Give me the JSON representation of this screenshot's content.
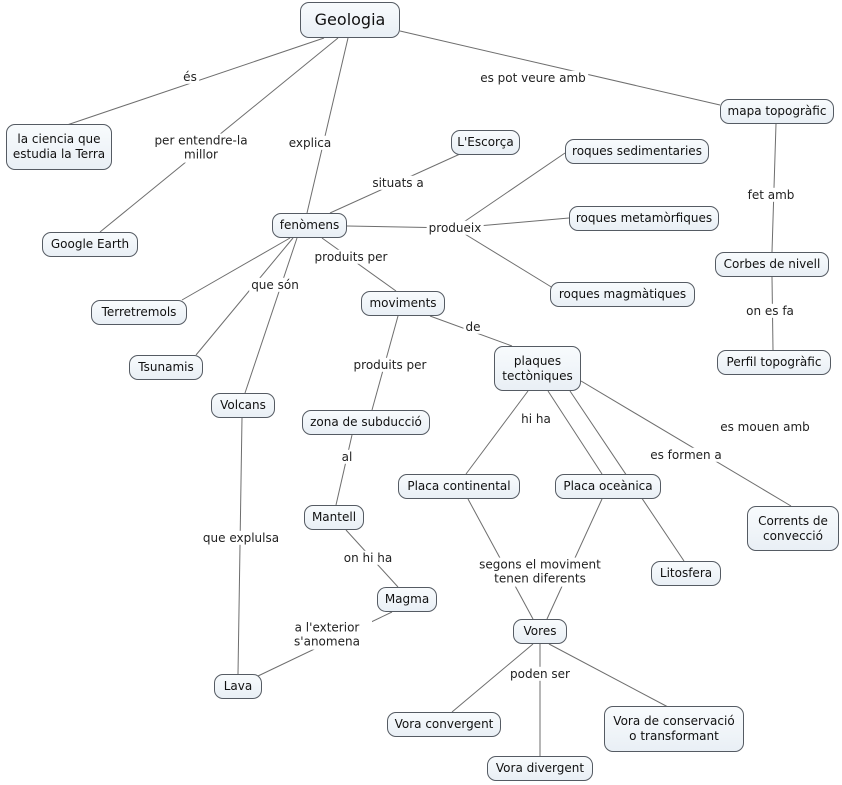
{
  "diagram": {
    "type": "concept-map",
    "topic": "Geologia"
  },
  "style": {
    "node_fill": "#eef3f8",
    "node_border": "#555b63",
    "line_color": "#6e6e6e",
    "background": "#ffffff"
  },
  "nodes": {
    "geologia": {
      "label": "Geologia"
    },
    "ciencia": {
      "label": "la ciencia que estudia la Terra"
    },
    "google_earth": {
      "label": "Google Earth"
    },
    "escorca": {
      "label": "L'Escorça"
    },
    "roques_sedimentaries": {
      "label": "roques sedimentaries"
    },
    "roques_metamorfiques": {
      "label": "roques metamòrfiques"
    },
    "roques_magmatiques": {
      "label": "roques magmàtiques"
    },
    "mapa_topografic": {
      "label": "mapa topogràfic"
    },
    "corbes_de_nivell": {
      "label": "Corbes de nivell"
    },
    "perfil_topografic": {
      "label": "Perfil topogràfic"
    },
    "fenomens": {
      "label": "fenòmens"
    },
    "moviments": {
      "label": "moviments"
    },
    "terretremols": {
      "label": "Terretremols"
    },
    "tsunamis": {
      "label": "Tsunamis"
    },
    "volcans": {
      "label": "Volcans"
    },
    "plaques_tectoniques": {
      "label": "plaques tectòniques"
    },
    "zona_subduccio": {
      "label": "zona de subducció"
    },
    "placa_continental": {
      "label": "Placa continental"
    },
    "placa_oceanica": {
      "label": "Placa oceànica"
    },
    "mantell": {
      "label": "Mantell"
    },
    "magma": {
      "label": "Magma"
    },
    "lava": {
      "label": "Lava"
    },
    "litosfera": {
      "label": "Litosfera"
    },
    "corrents_conveccio": {
      "label": "Corrents de convecció"
    },
    "vores": {
      "label": "Vores"
    },
    "vora_convergent": {
      "label": "Vora convergent"
    },
    "vora_divergent": {
      "label": "Vora divergent"
    },
    "vora_conservacio": {
      "label": "Vora de conservació o transformant"
    }
  },
  "links": {
    "es": {
      "label": "és"
    },
    "es_pot_veure_amb": {
      "label": "es pot veure amb"
    },
    "per_entendre_la_millor": {
      "label": "per entendre-la millor"
    },
    "explica": {
      "label": "explica"
    },
    "situats_a": {
      "label": "situats a"
    },
    "produeix": {
      "label": "produeix"
    },
    "fet_amb": {
      "label": "fet amb"
    },
    "on_es_fa": {
      "label": "on es fa"
    },
    "produits_per_1": {
      "label": "produits per"
    },
    "que_son": {
      "label": "que són"
    },
    "de": {
      "label": "de"
    },
    "produits_per_2": {
      "label": "produits per"
    },
    "hi_ha": {
      "label": "hi ha"
    },
    "es_formen_a": {
      "label": "es formen a"
    },
    "es_mouen_amb": {
      "label": "es mouen amb"
    },
    "al": {
      "label": "al"
    },
    "que_explulsa": {
      "label": "que explulsa"
    },
    "on_hi_ha": {
      "label": "on hi ha"
    },
    "segons_el_moviment": {
      "label": "segons el moviment tenen diferents"
    },
    "a_lexterior_sanomena": {
      "label": "a l'exterior s'anomena"
    },
    "poden_ser": {
      "label": "poden ser"
    }
  }
}
